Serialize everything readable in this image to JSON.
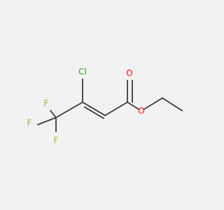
{
  "molecule": {
    "atoms": {
      "chlorine": "Cl",
      "oxygen_carbonyl": "O",
      "oxygen_ester": "O",
      "fluorine_top": "F",
      "fluorine_left": "F",
      "fluorine_bottom": "F"
    },
    "colors": {
      "background": "#f2f2f2",
      "bond": "#3a3a3a",
      "chlorine": "#2ca02c",
      "oxygen": "#ff0d0d",
      "fluorine": "#8fbf2f"
    }
  }
}
